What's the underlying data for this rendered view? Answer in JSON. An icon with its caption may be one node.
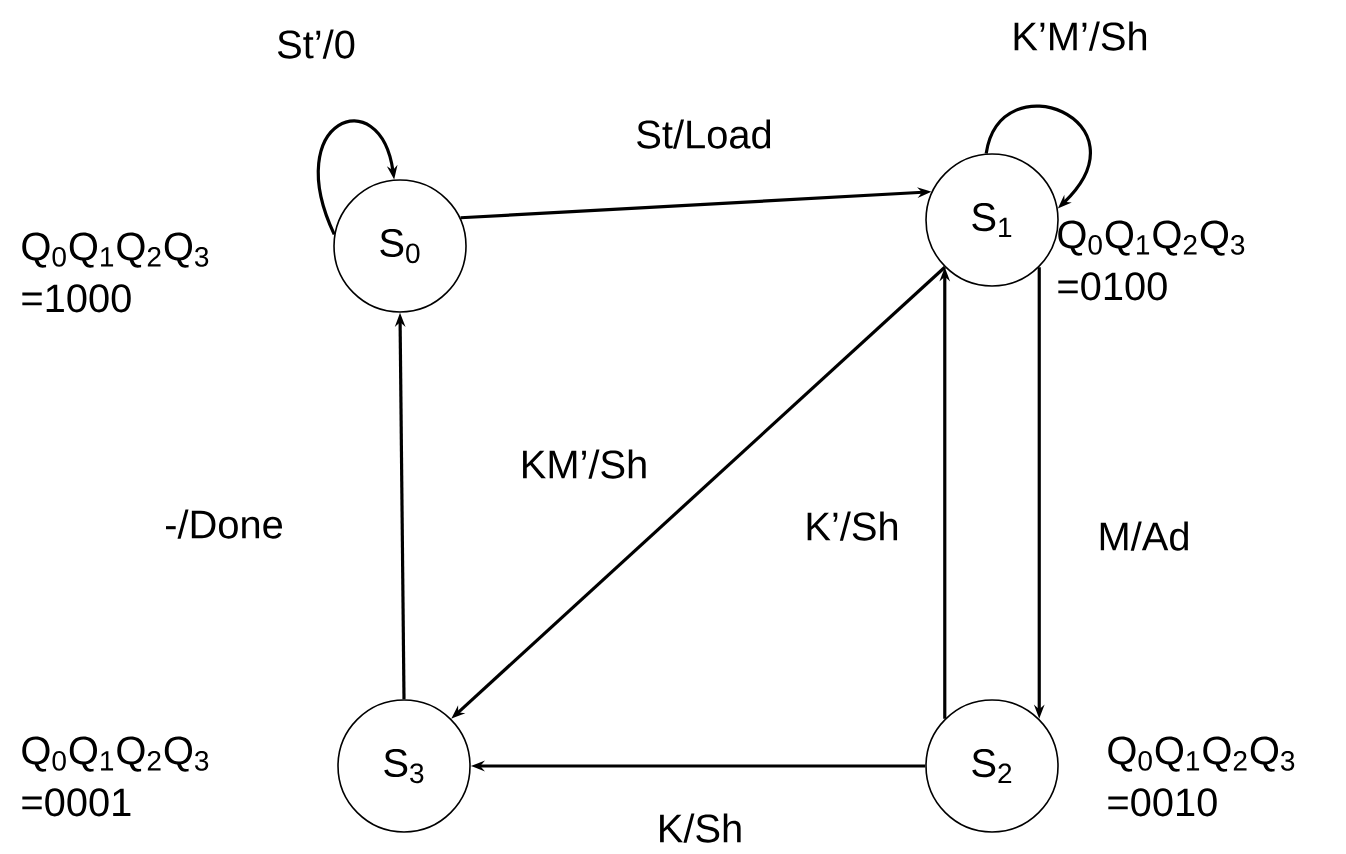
{
  "diagram": {
    "nodes": [
      {
        "text": [
          "S$_{0}$"
        ],
        "beside": [
          "Q$_{0}$Q$_{1}$Q$_{2}$Q$_{3}$ =1000"
        ]
      },
      {
        "text": [
          "S$_{1}$"
        ],
        "beside": [
          "Q$_{0}$Q$_{1}$Q$_{2}$Q$_{3}$ =0100"
        ]
      },
      {
        "text": [
          "S$_{2}$"
        ],
        "beside": [
          "Q$_{0}$Q$_{1}$Q$_{2}$Q$_{3}$ =0010"
        ]
      },
      {
        "text": [
          "S$_{3}$"
        ],
        "beside": [
          "Q$_{0}$Q$_{1}$Q$_{2}$Q$_{3}$ =0001"
        ]
      }
    ],
    "edges": [
      {
        "from": 0,
        "to": 0,
        "arrow": "to",
        "label": "St’/0"
      },
      {
        "from": 0,
        "to": 1,
        "arrow": "to",
        "label": "St/Load"
      },
      {
        "from": 1,
        "to": 1,
        "arrow": "to",
        "label": "K’M’/Sh"
      },
      {
        "from": 1,
        "to": 3,
        "arrow": "to",
        "label": "KM’/Sh"
      },
      {
        "from": 1,
        "to": 2,
        "arrow": "to",
        "label": "M/Ad"
      },
      {
        "from": 2,
        "to": 1,
        "arrow": "to",
        "label": "K’/Sh"
      },
      {
        "from": 2,
        "to": 3,
        "arrow": "to",
        "label": "K/Sh"
      },
      {
        "from": 3,
        "to": 0,
        "arrow": "to",
        "label": "-/Done"
      }
    ]
  }
}
